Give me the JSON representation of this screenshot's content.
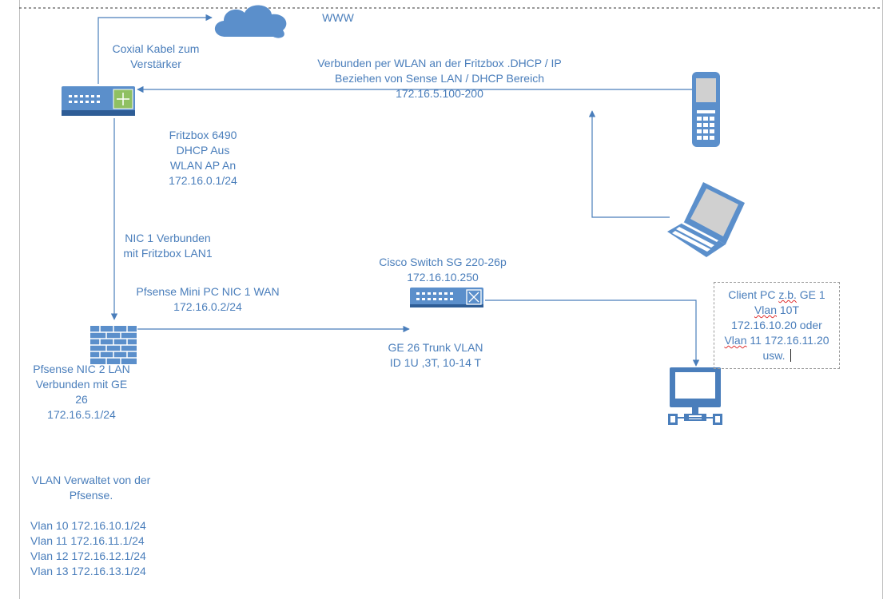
{
  "colors": {
    "line": "#4a7ebb",
    "icon_fill": "#5b8fcb",
    "icon_dark": "#2e5d96",
    "text": "#4a7ebb"
  },
  "icons": [
    "cloud-icon",
    "modem-icon",
    "phone-icon",
    "laptop-icon",
    "firewall-icon",
    "switch-icon",
    "workstation-icon"
  ],
  "labels": {
    "www": "WWW",
    "coax": [
      "Coxial Kabel zum",
      "Verstärker"
    ],
    "wlan": [
      "Verbunden per WLAN an der Fritzbox .DHCP / IP",
      "Beziehen von Sense LAN / DHCP Bereich",
      "172.16.5.100-200"
    ],
    "fritzbox": [
      "Fritzbox 6490",
      "DHCP Aus",
      "WLAN AP An",
      "172.16.0.1/24"
    ],
    "nic1": [
      "NIC 1 Verbunden",
      "mit Fritzbox LAN1"
    ],
    "pfsense_wan": [
      "Pfsense Mini PC NIC 1 WAN",
      "172.16.0.2/24"
    ],
    "cisco": [
      "Cisco Switch SG 220-26p",
      "172.16.10.250"
    ],
    "trunk": [
      "GE 26 Trunk VLAN",
      "ID 1U ,3T, 10-14 T"
    ],
    "pfsense_lan": [
      "Pfsense NIC 2 LAN",
      "Verbunden mit GE",
      "26",
      "172.16.5.1/24"
    ],
    "vlan_managed": [
      "VLAN Verwaltet von der",
      "Pfsense."
    ],
    "vlans": [
      "Vlan 10 172.16.10.1/24",
      "Vlan 11 172.16.11.1/24",
      "Vlan 12 172.16.12.1/24",
      "Vlan 13 172.16.13.1/24"
    ],
    "client": {
      "line1_pre": "Client PC ",
      "line1_sq": "z.b.",
      "line1_post": " GE 1",
      "line2": "Vlan 10T",
      "line3": "172.16.10.20 oder",
      "line4_sq": "Vlan",
      "line4_post": " 11 172.16.11.20",
      "line5": "usw."
    }
  }
}
